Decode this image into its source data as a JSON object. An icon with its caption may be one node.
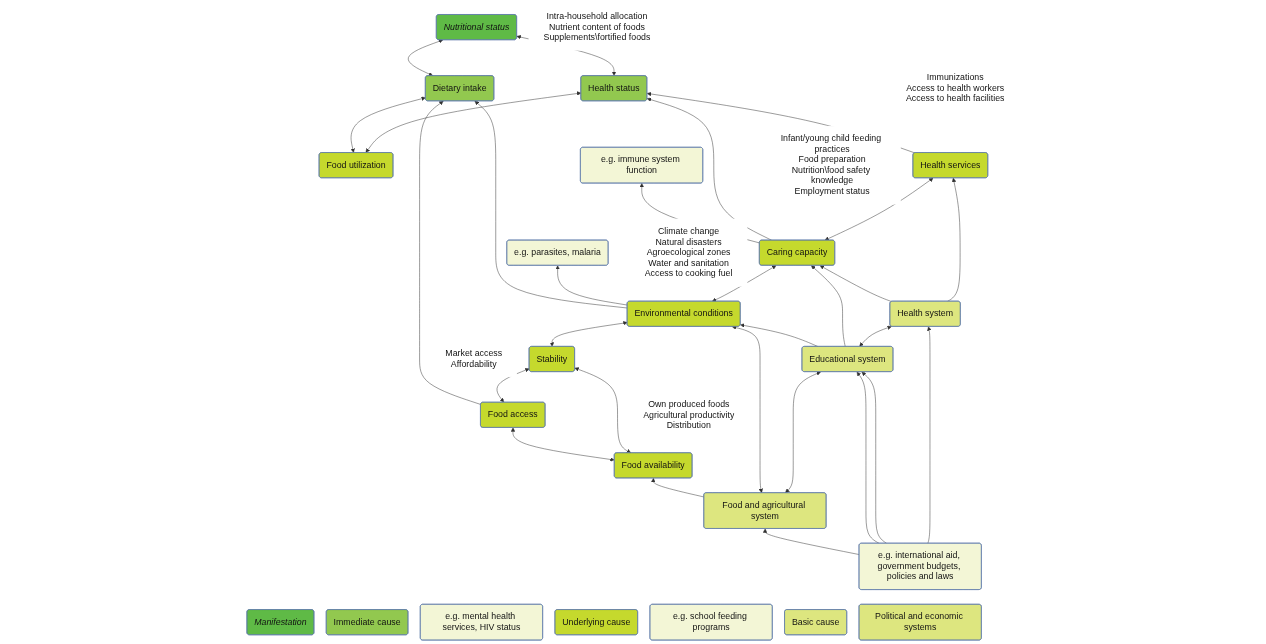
{
  "diagram": {
    "nodes": [
      {
        "text": [
          "Nutritional status"
        ]
      },
      {
        "text": [
          "Manifestation"
        ]
      },
      {
        "text": [
          "Dietary intake"
        ],
        "beside": [
          "Intra-household allocation",
          "Nutrient content of foods",
          "Supplements\\fortified foods"
        ]
      },
      {
        "text": [
          "Health status"
        ]
      },
      {
        "text": [
          "Immediate cause"
        ]
      },
      {
        "text": [
          "Food utilization"
        ]
      },
      {
        "text": [
          "e.g. parasites, malaria"
        ]
      },
      {
        "text": [
          "e.g. immune system function"
        ]
      },
      {
        "text": [
          "e.g. mental health services, HIV status"
        ]
      },
      {
        "text": [
          "Food access"
        ],
        "beside": [
          "Market access",
          "Affordability"
        ]
      },
      {
        "text": [
          "Stability"
        ]
      },
      {
        "text": [
          "Environmental conditions"
        ],
        "beside": [
          "Climate change",
          "Natural disasters",
          "Agroecological zones",
          "Water and sanitation",
          "Access to cooking fuel"
        ]
      },
      {
        "text": [
          "Caring capacity"
        ],
        "beside": [
          "Infant/young child feeding practices",
          "Food preparation",
          "Nutrition\\food safety knowledge",
          "Employment status"
        ]
      },
      {
        "text": [
          "Health services"
        ],
        "beside": [
          "Immunizations",
          "Access to health workers",
          "Access to health facilities"
        ]
      },
      {
        "text": [
          "Underlying cause"
        ]
      },
      {
        "text": [
          "Food availability"
        ],
        "beside": [
          "Own produced foods",
          "Agricultural productivity",
          "Distribution"
        ]
      },
      {
        "text": [
          "Food and agricultural system"
        ]
      },
      {
        "text": [
          "e.g. school feeding programs"
        ]
      },
      {
        "text": [
          "Educational system"
        ]
      },
      {
        "text": [
          "Health system"
        ]
      },
      {
        "text": [
          "Basic cause"
        ]
      },
      {
        "text": [
          "e.g. international aid, government budgets, policies and laws"
        ]
      },
      {
        "text": [
          "Political and economic systems"
        ]
      }
    ],
    "edges": [
      {
        "from": 2,
        "to": 0,
        "arrow": "both"
      },
      {
        "from": 2,
        "to": 5,
        "arrow": "both"
      },
      {
        "from": 0,
        "to": 3,
        "arrow": "both"
      },
      {
        "from": 5,
        "to": 3,
        "arrow": "both"
      },
      {
        "from": 9,
        "to": 2,
        "arrow": "to"
      },
      {
        "from": 11,
        "to": 2,
        "arrow": "to"
      },
      {
        "from": 11,
        "to": 6,
        "arrow": "to"
      },
      {
        "from": 12,
        "to": 7,
        "arrow": "to"
      },
      {
        "from": 12,
        "to": 3,
        "arrow": "to"
      },
      {
        "from": 13,
        "to": 3,
        "arrow": "to"
      },
      {
        "from": 9,
        "to": 10,
        "arrow": "both"
      },
      {
        "from": 10,
        "to": 11,
        "arrow": "both"
      },
      {
        "from": 11,
        "to": 12,
        "arrow": "both"
      },
      {
        "from": 12,
        "to": 13,
        "arrow": "both"
      },
      {
        "from": 9,
        "to": 15,
        "arrow": "both"
      },
      {
        "from": 15,
        "to": 10,
        "arrow": "both"
      },
      {
        "from": 16,
        "to": 15,
        "arrow": "to"
      },
      {
        "from": 16,
        "to": 11,
        "arrow": "both"
      },
      {
        "from": 16,
        "to": 18,
        "arrow": "both"
      },
      {
        "from": 18,
        "to": 11,
        "arrow": "to"
      },
      {
        "from": 18,
        "to": 12,
        "arrow": "to"
      },
      {
        "from": 18,
        "to": 19,
        "arrow": "both"
      },
      {
        "from": 19,
        "to": 12,
        "arrow": "to"
      },
      {
        "from": 19,
        "to": 13,
        "arrow": "to"
      },
      {
        "from": 21,
        "to": 16,
        "arrow": "to"
      },
      {
        "from": 21,
        "to": 18,
        "arrow": "to"
      },
      {
        "from": 21,
        "to": 18,
        "arrow": "to"
      },
      {
        "from": 21,
        "to": 19,
        "arrow": "to"
      }
    ]
  }
}
